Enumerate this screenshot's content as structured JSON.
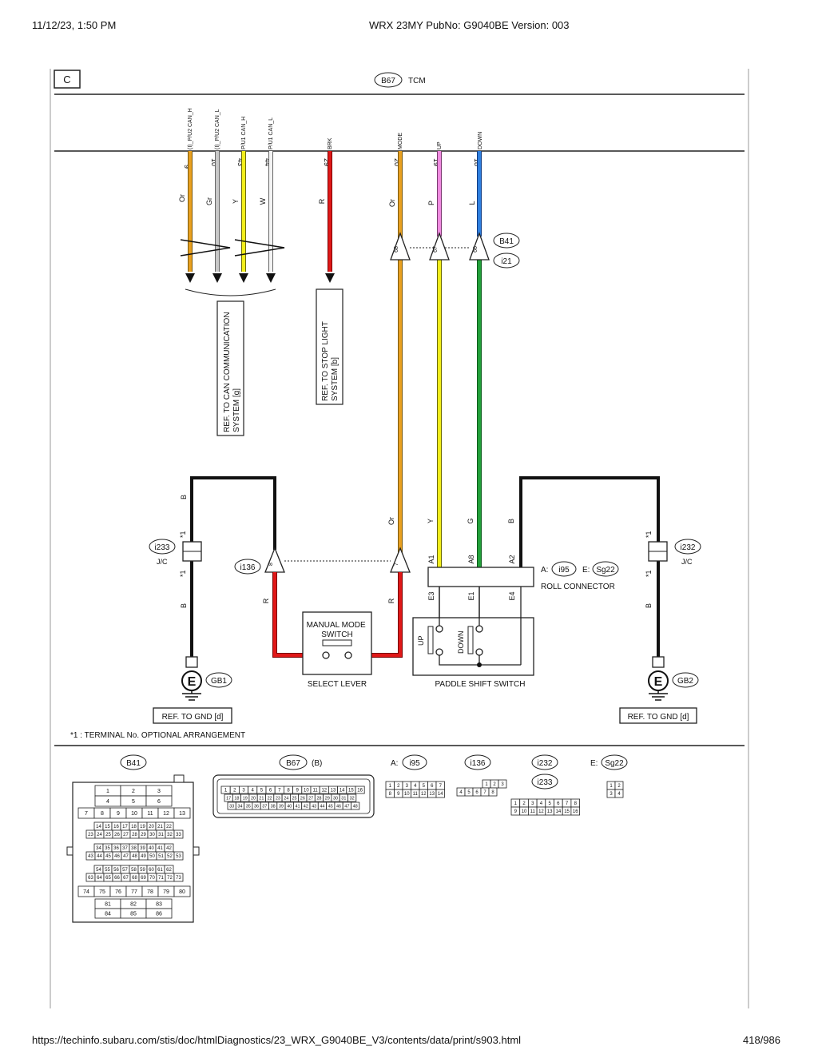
{
  "header": {
    "datetime": "11/12/23, 1:50 PM",
    "title": "WRX 23MY PubNo: G9040BE Version: 003"
  },
  "footer": {
    "url": "https://techinfo.subaru.com/stis/doc/htmlDiagnostics/23_WRX_G9040BE_V3/contents/data/print/s903.html",
    "page": "418/986"
  },
  "diagram": {
    "section_letter": "C",
    "tcm": {
      "connector": "B67",
      "name": "TCM"
    },
    "pins": [
      {
        "signal": "(I)_P/U2 CAN_H",
        "pin": "9",
        "color": "Or",
        "hex": "#e8a020"
      },
      {
        "signal": "(I)_P/U2 CAN_L",
        "pin": "10",
        "color": "Gr",
        "hex": "#c8c8c8"
      },
      {
        "signal": "P/U1 CAN_H",
        "pin": "43",
        "color": "Y",
        "hex": "#f2ee1a"
      },
      {
        "signal": "P/U1 CAN_L",
        "pin": "44",
        "color": "W",
        "hex": "#ececec"
      },
      {
        "signal": "BRK",
        "pin": "29",
        "color": "R",
        "hex": "#e01818"
      },
      {
        "signal": "MODE",
        "pin": "20",
        "color": "Or",
        "hex": "#e8a020"
      },
      {
        "signal": "UP",
        "pin": "19",
        "color": "P",
        "hex": "#f08ae0"
      },
      {
        "signal": "DOWN",
        "pin": "18",
        "color": "L",
        "hex": "#2f80e0"
      }
    ],
    "b41_connector": "B41",
    "i21_connector": "i21",
    "b41_pins": [
      "68",
      "67",
      "66"
    ],
    "ref_can": "REF. TO CAN COMMUNICATION SYSTEM [g]",
    "ref_stop": "REF. TO STOP LIGHT SYSTEM [b]",
    "lower_colors": {
      "or": "Or",
      "y": "Y",
      "g": "G",
      "b": "B",
      "r": "R"
    },
    "i233": "i233",
    "i232": "i232",
    "jc": "J/C",
    "star1": "*1",
    "i136": "i136",
    "i136_pins": [
      "8",
      "7"
    ],
    "roll": {
      "a_prefix": "A:",
      "a": "i95",
      "e_prefix": "E:",
      "e": "Sg22",
      "name": "ROLL CONNECTOR"
    },
    "roll_pins_top": [
      "A1",
      "A8",
      "A2"
    ],
    "roll_pins_bottom": [
      "E3",
      "E1",
      "E4"
    ],
    "manual_mode_switch": "MANUAL MODE SWITCH",
    "select_lever": "SELECT LEVER",
    "paddle_shift_switch": "PADDLE SHIFT SWITCH",
    "paddle_up": "UP",
    "paddle_down": "DOWN",
    "ground_symbol": "E",
    "gb1": "GB1",
    "gb2": "GB2",
    "ref_gnd": "REF. TO GND [d]",
    "note": "*1 : TERMINAL No. OPTIONAL ARRANGEMENT"
  },
  "connectors_legend": {
    "b41": {
      "label": "B41",
      "rows": [
        [
          "1",
          "2",
          "3"
        ],
        [
          "4",
          "5",
          "6"
        ],
        [
          "7",
          "8",
          "9",
          "10",
          "11",
          "12",
          "13"
        ],
        [
          "14",
          "15",
          "16",
          "17",
          "18",
          "19",
          "20",
          "21",
          "22"
        ],
        [
          "23",
          "24",
          "25",
          "26",
          "27",
          "28",
          "29",
          "30",
          "31",
          "32",
          "33"
        ],
        [
          "34",
          "35",
          "36",
          "37",
          "38",
          "39",
          "40",
          "41",
          "42"
        ],
        [
          "43",
          "44",
          "45",
          "46",
          "47",
          "48",
          "49",
          "50",
          "51",
          "52",
          "53"
        ],
        [
          "54",
          "55",
          "56",
          "57",
          "58",
          "59",
          "60",
          "61",
          "62"
        ],
        [
          "63",
          "64",
          "65",
          "66",
          "67",
          "68",
          "69",
          "70",
          "71",
          "72",
          "73"
        ],
        [
          "74",
          "75",
          "76",
          "77",
          "78",
          "79",
          "80"
        ],
        [
          "81",
          "82",
          "83"
        ],
        [
          "84",
          "85",
          "86"
        ]
      ]
    },
    "b67": {
      "label": "B67",
      "suffix": "(B)",
      "rows": [
        [
          "1",
          "2",
          "3",
          "4",
          "5",
          "6",
          "7",
          "8",
          "9",
          "10",
          "11",
          "12",
          "13",
          "14",
          "15",
          "16"
        ],
        [
          "17",
          "18",
          "19",
          "20",
          "21",
          "22",
          "23",
          "24",
          "25",
          "26",
          "27",
          "28",
          "29",
          "30",
          "31",
          "32"
        ],
        [
          "33",
          "34",
          "35",
          "36",
          "37",
          "38",
          "39",
          "40",
          "41",
          "42",
          "43",
          "44",
          "45",
          "46",
          "47",
          "48"
        ]
      ]
    },
    "i95": {
      "prefix": "A:",
      "label": "i95",
      "rows": [
        [
          "1",
          "2",
          "3",
          "4",
          "5",
          "6",
          "7"
        ],
        [
          "8",
          "9",
          "10",
          "11",
          "12",
          "13",
          "14"
        ]
      ]
    },
    "i136": {
      "label": "i136",
      "rows": [
        [
          "1",
          "2",
          "3"
        ],
        [
          "4",
          "5",
          "6",
          "7",
          "8"
        ]
      ]
    },
    "i232": {
      "label": "i232",
      "label2": "i233",
      "rows": [
        [
          "1",
          "2",
          "3",
          "4",
          "5",
          "6",
          "7",
          "8"
        ],
        [
          "9",
          "10",
          "11",
          "12",
          "13",
          "14",
          "15",
          "16"
        ]
      ]
    },
    "sg22": {
      "prefix": "E:",
      "label": "Sg22",
      "rows": [
        [
          "1",
          "2"
        ],
        [
          "3",
          "4"
        ]
      ]
    }
  }
}
